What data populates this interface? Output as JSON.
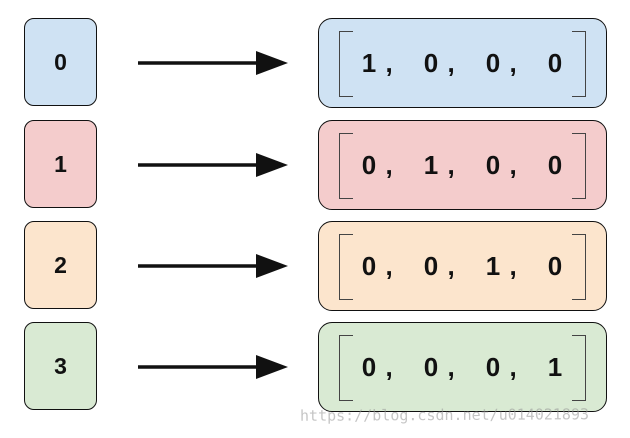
{
  "colors": {
    "row0": "#cfe2f3",
    "row1": "#f4cccc",
    "row2": "#fce5cd",
    "row3": "#d9ead3",
    "stroke": "#111111",
    "bracket": "#444444"
  },
  "rows": [
    {
      "label": "0",
      "vector": [
        "1",
        "0",
        "0",
        "0"
      ]
    },
    {
      "label": "1",
      "vector": [
        "0",
        "1",
        "0",
        "0"
      ]
    },
    {
      "label": "2",
      "vector": [
        "0",
        "0",
        "1",
        "0"
      ]
    },
    {
      "label": "3",
      "vector": [
        "0",
        "0",
        "0",
        "1"
      ]
    }
  ],
  "separator": ",",
  "watermark": "https://blog.csdn.net/u014021893"
}
